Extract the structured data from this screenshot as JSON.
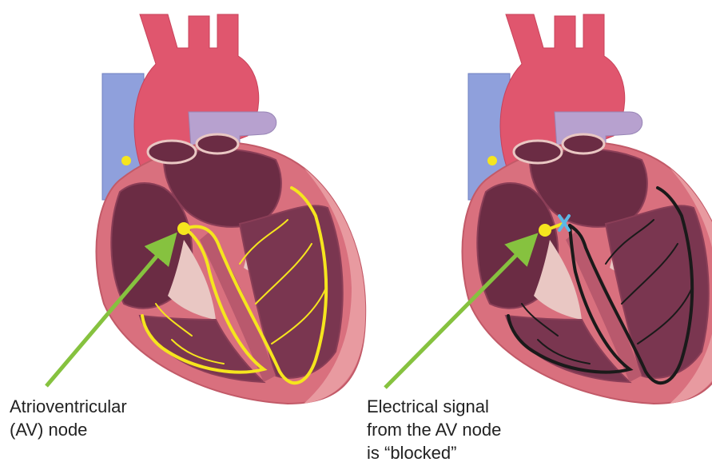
{
  "left_panel": {
    "caption_lines": [
      "Atrioventricular",
      "(AV) node"
    ],
    "conduction_color": "#f5e51e"
  },
  "right_panel": {
    "caption_lines": [
      "Electrical signal",
      "from the AV node",
      "is “blocked”"
    ],
    "conduction_color": "#1a1a1a",
    "block_marker_color": "#5bb8e6"
  },
  "colors": {
    "aorta": "#e0566e",
    "vena_cava": "#8fa0dc",
    "pulmonary_artery": "#b7a1cf",
    "heart_wall": "#d9707e",
    "heart_outer": "#e89aa0",
    "chamber_dark": "#6b2c44",
    "chamber_light": "#e9c7c3",
    "node": "#f5e51e",
    "pointer_arrow": "#86c23f"
  }
}
